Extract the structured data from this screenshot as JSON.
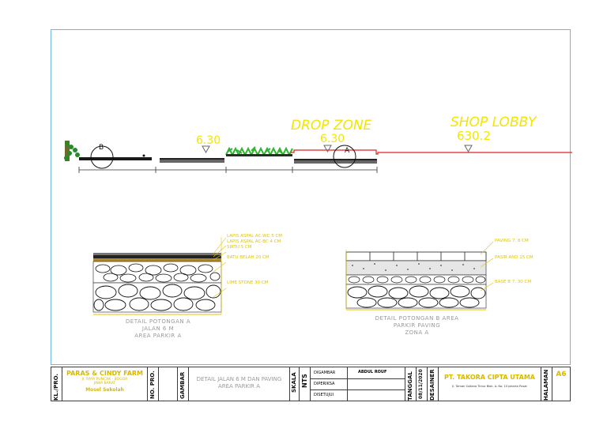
{
  "section": {
    "labels": {
      "drop_zone": "DROP ZONE",
      "shop_lobby": "SHOP LOBBY",
      "elev1": "6.30",
      "elev2": "6.30",
      "elev3": "630.2",
      "marker_b": "B",
      "marker_a": "A"
    }
  },
  "detail_a": {
    "layers": [
      "LAPIS ASPAL AC-WC 5 CM",
      "LAPIS ASPAL AC-BC 4 CM",
      "SIRTU 5 CM",
      "BATU BELAH 20 CM",
      "LIME STONE 30 CM"
    ],
    "caption": [
      "DETAIL POTONGAN A",
      "JALAN 6 M",
      "AREA PARKIR A"
    ]
  },
  "detail_b": {
    "layers": [
      "PAVING 7, 8 CM",
      "PASIR AND 15 CM",
      "BASE B 7, 30 CM"
    ],
    "caption": [
      "DETAIL POTONGAN B AREA",
      "PARKIR PAVING",
      "ZONA A"
    ]
  },
  "title_block": {
    "kl_pro": "KL./PRO.",
    "company_owner": "PARAS & CINDY FARM",
    "owner_line2": "Jl. RAYA PUNCAK - BOGOR",
    "owner_line3": "JAWA BARAT",
    "owner_tag": "Mosel Sekolah",
    "no_pro": "NO. PRO.",
    "gambar": "GAMBAR",
    "drawing_title_1": "DETAIL JALAN 6 M DAN PAVING",
    "drawing_title_2": "AREA PARKIR A",
    "skala": "SKALA",
    "nts": "NTS",
    "digambar": "DIGAMBAR",
    "digambar_name": "ABDUL ROUF",
    "diperiksa": "DIPERIKSA",
    "disetujui": "DISETUJUI",
    "tanggal": "TANGGAL",
    "date": "08/11/2020",
    "desainer": "DESAINER",
    "designer_company": "PT. TAKORA CIPTA UTAMA",
    "designer_address": "Jl. Taman Sultana Timur Blok. A. No. 10 Jakarta Pusat",
    "halaman": "HALAMAN",
    "page": "A6"
  },
  "colors": {
    "frame": "#6fb7e3",
    "accent_yellow": "#f2e600",
    "red_line": "#e02020",
    "vegetation": "#2fb52f"
  }
}
